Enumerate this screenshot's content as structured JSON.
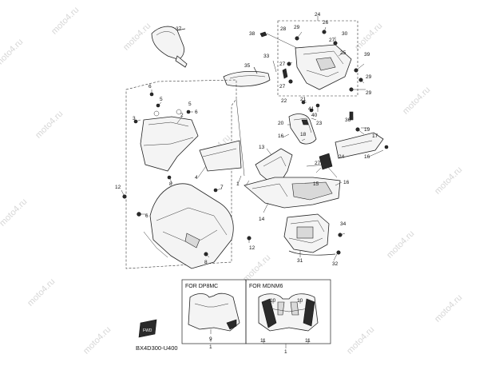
{
  "diagram": {
    "code": "BX4D300-U400",
    "watermark": "moto4.ru",
    "box_left_caption": "FOR DP8MC",
    "box_right_caption": "FOR MDNM6"
  },
  "callouts": {
    "c1": "1",
    "c2": "2",
    "c3": "3",
    "c4": "4",
    "c5": "5",
    "c6": "6",
    "c7": "7",
    "c8": "8",
    "c9": "9",
    "c10": "10",
    "c11": "11",
    "c12": "12",
    "c13": "13",
    "c14": "14",
    "c15": "15",
    "c16": "16",
    "c17": "17",
    "c18": "18",
    "c19": "19",
    "c20": "20",
    "c21": "21",
    "c22": "22",
    "c23": "23",
    "c24": "24",
    "c25": "25",
    "c26": "26",
    "c27": "27",
    "c28": "28",
    "c29": "29",
    "c30": "30",
    "c31": "31",
    "c32": "32",
    "c33": "33",
    "c34": "34",
    "c35": "35",
    "c36": "36",
    "c37": "37",
    "c38": "38",
    "c39": "39",
    "c40": "40",
    "c41": "41"
  }
}
